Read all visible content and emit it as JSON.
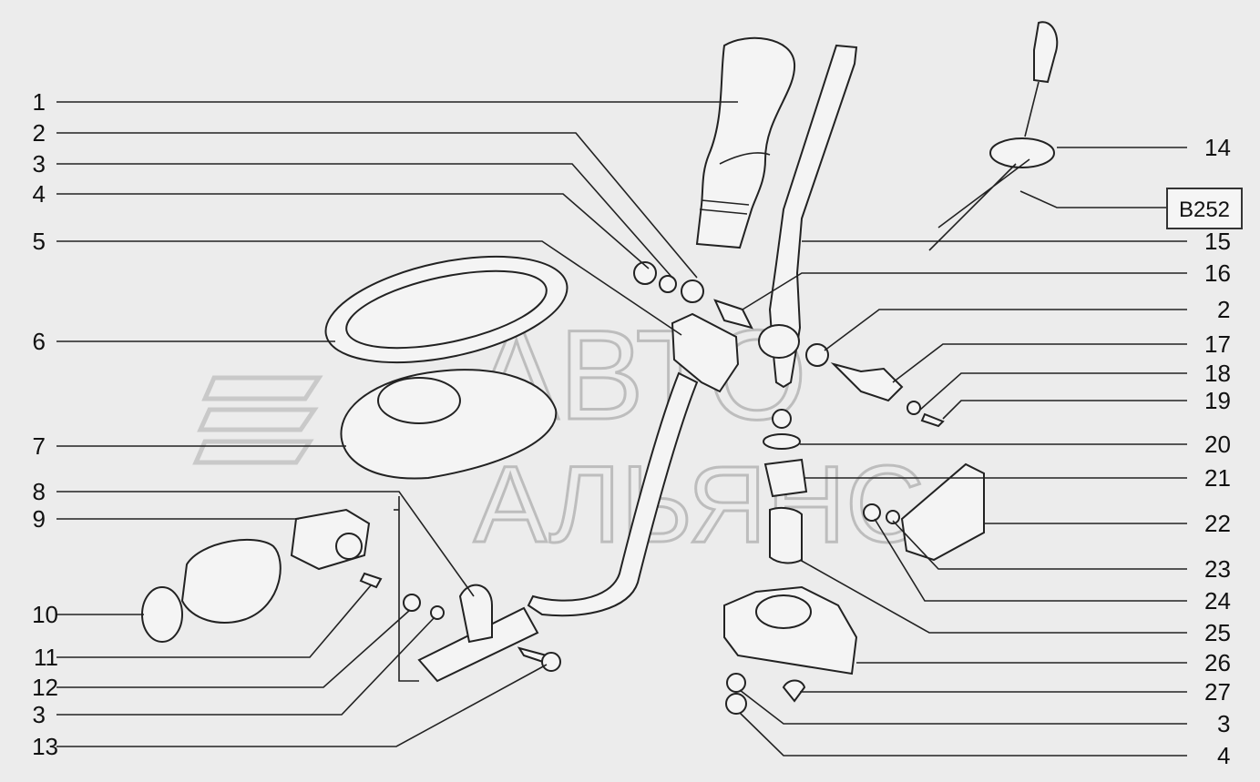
{
  "diagram": {
    "ref_box": "B252",
    "watermark": {
      "line1": "АВТО",
      "line2": "АЛЬЯНС"
    },
    "callouts": [
      {
        "id": "c1",
        "text": "1"
      },
      {
        "id": "c2",
        "text": "2"
      },
      {
        "id": "c3",
        "text": "3"
      },
      {
        "id": "c4",
        "text": "4"
      },
      {
        "id": "c5",
        "text": "5"
      },
      {
        "id": "c6",
        "text": "6"
      },
      {
        "id": "c7",
        "text": "7"
      },
      {
        "id": "c8",
        "text": "8"
      },
      {
        "id": "c9",
        "text": "9"
      },
      {
        "id": "c10",
        "text": "10"
      },
      {
        "id": "c11",
        "text": "11"
      },
      {
        "id": "c12",
        "text": "12"
      },
      {
        "id": "c3b",
        "text": "3"
      },
      {
        "id": "c13",
        "text": "13"
      },
      {
        "id": "c14",
        "text": "14"
      },
      {
        "id": "c15",
        "text": "15"
      },
      {
        "id": "c16",
        "text": "16"
      },
      {
        "id": "c2b",
        "text": "2"
      },
      {
        "id": "c17",
        "text": "17"
      },
      {
        "id": "c18",
        "text": "18"
      },
      {
        "id": "c19",
        "text": "19"
      },
      {
        "id": "c20",
        "text": "20"
      },
      {
        "id": "c21",
        "text": "21"
      },
      {
        "id": "c22",
        "text": "22"
      },
      {
        "id": "c23",
        "text": "23"
      },
      {
        "id": "c24",
        "text": "24"
      },
      {
        "id": "c25",
        "text": "25"
      },
      {
        "id": "c26",
        "text": "26"
      },
      {
        "id": "c27",
        "text": "27"
      },
      {
        "id": "c3c",
        "text": "3"
      },
      {
        "id": "c4b",
        "text": "4"
      }
    ]
  }
}
